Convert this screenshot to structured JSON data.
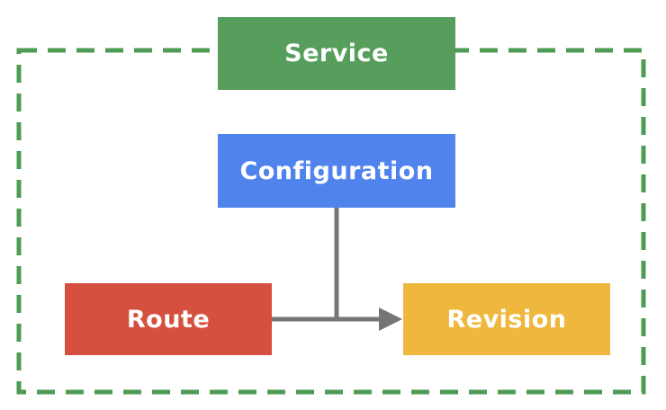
{
  "diagram": {
    "kind": "resource-model-diagram",
    "nodes": [
      {
        "id": "service",
        "label": "Service",
        "color": "#579e5c"
      },
      {
        "id": "configuration",
        "label": "Configuration",
        "color": "#5083ec"
      },
      {
        "id": "route",
        "label": "Route",
        "color": "#d5503f"
      },
      {
        "id": "revision",
        "label": "Revision",
        "color": "#efb73d"
      }
    ],
    "edges": [
      {
        "from": "route",
        "to": "revision",
        "style": "arrow"
      },
      {
        "from": "configuration",
        "to": "route-revision-edge",
        "style": "line"
      }
    ],
    "boundary": {
      "style": "dashed",
      "color": "#4e9b53"
    },
    "connector_color": "#757575",
    "text_color": "#ffffff",
    "background_color": "#ffffff"
  }
}
